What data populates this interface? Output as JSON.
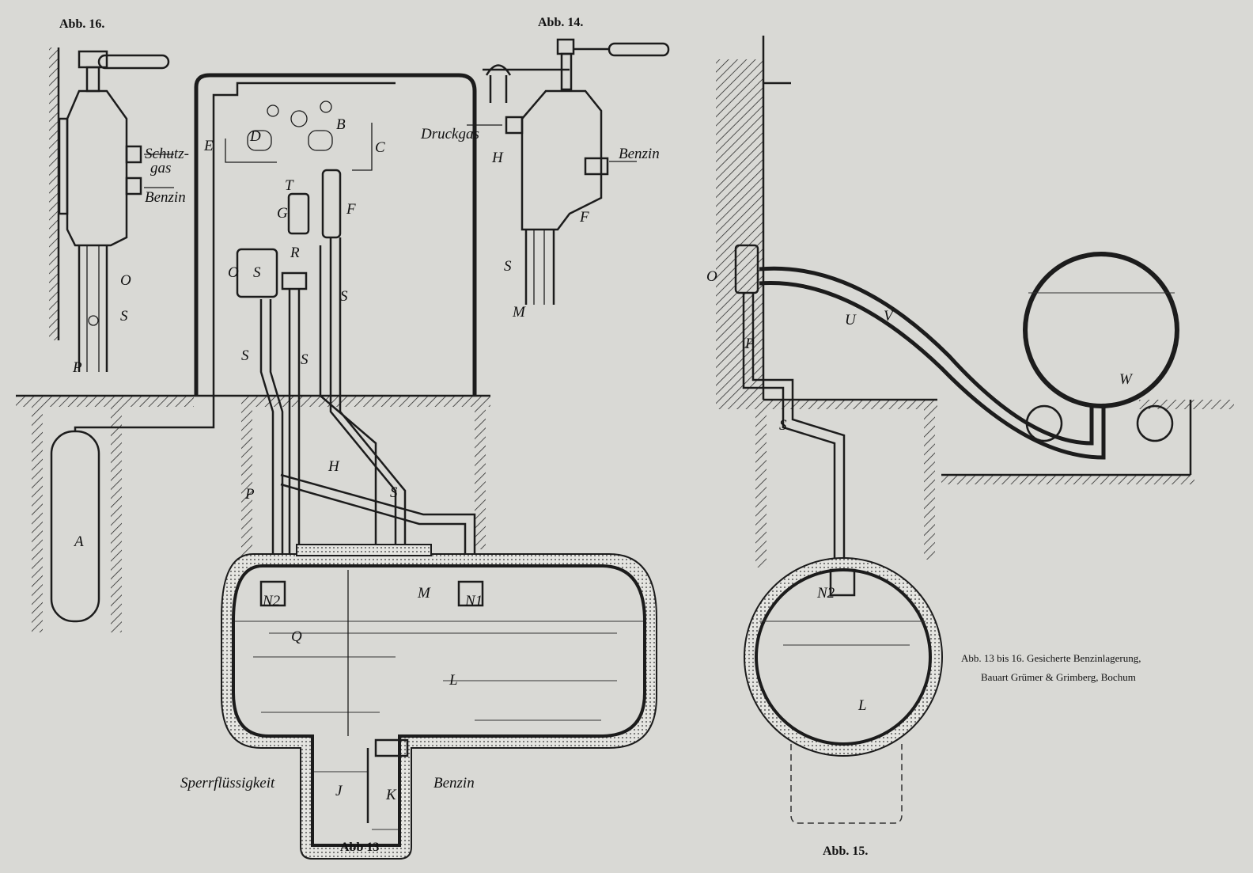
{
  "figures": {
    "abb16": {
      "title": "Abb. 16.",
      "labels": [
        "Schutz-",
        "gas",
        "Benzin",
        "O",
        "S",
        "P"
      ]
    },
    "abb14": {
      "title": "Abb. 14.",
      "labels": [
        "Druckgas",
        "H",
        "Benzin",
        "F",
        "S",
        "M"
      ]
    },
    "abb13": {
      "title": "Abb 13",
      "labels": [
        "E",
        "D",
        "B",
        "C",
        "T",
        "G",
        "F",
        "O",
        "R",
        "S",
        "S",
        "S",
        "S",
        "A",
        "H",
        "P",
        "S",
        "N2",
        "N1",
        "Q",
        "M",
        "L",
        "J",
        "K",
        "Sperrflüssigkeit",
        "Benzin"
      ]
    },
    "abb15": {
      "title": "Abb. 15.",
      "labels": [
        "O",
        "P",
        "U",
        "V",
        "W",
        "S",
        "N2",
        "L"
      ]
    }
  },
  "caption": {
    "line1": "Abb. 13 bis 16.  Gesicherte Benzinlagerung,",
    "line2": "Bauart Grümer & Grimberg, Bochum"
  },
  "colors": {
    "paper": "#d9d9d5",
    "ink": "#1c1c1c"
  }
}
